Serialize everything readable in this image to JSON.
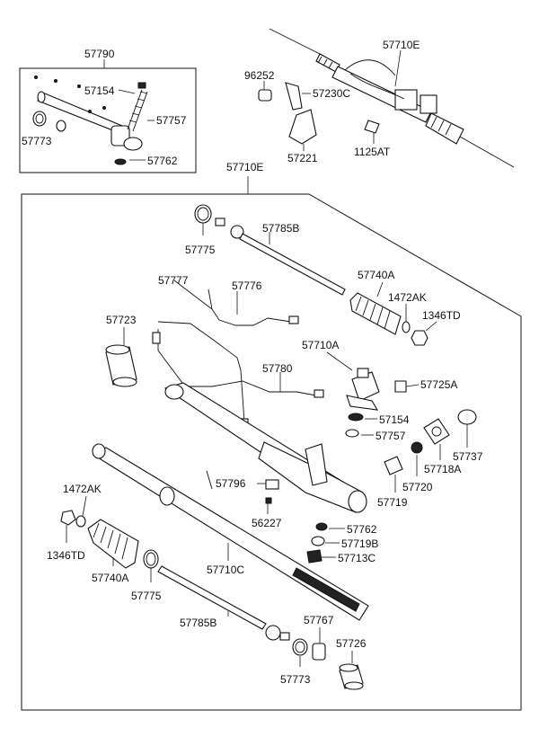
{
  "diagram": {
    "labels": {
      "l57790": "57790",
      "l57154a": "57154",
      "l57773a": "57773",
      "l57757a": "57757",
      "l57762a": "57762",
      "l96252": "96252",
      "l57230C": "57230C",
      "l57221": "57221",
      "l57710Ea": "57710E",
      "l1125AT": "1125AT",
      "l57710Eb": "57710E",
      "l57775a": "57775",
      "l57785Ba": "57785B",
      "l57777": "57777",
      "l57776": "57776",
      "l57740Aa": "57740A",
      "l1472AKa": "1472AK",
      "l1346TDa": "1346TD",
      "l57723": "57723",
      "l57710A": "57710A",
      "l57780": "57780",
      "l57725A": "57725A",
      "l57154b": "57154",
      "l57757b": "57757",
      "l57737": "57737",
      "l57718A": "57718A",
      "l57720": "57720",
      "l57719": "57719",
      "l57796": "57796",
      "l56227": "56227",
      "l1472AKb": "1472AK",
      "l1346TDb": "1346TD",
      "l57740Ab": "57740A",
      "l57775b": "57775",
      "l57710C": "57710C",
      "l57762b": "57762",
      "l57719B": "57719B",
      "l57713C": "57713C",
      "l57785Bb": "57785B",
      "l57767": "57767",
      "l57726": "57726",
      "l57773b": "57773"
    }
  }
}
